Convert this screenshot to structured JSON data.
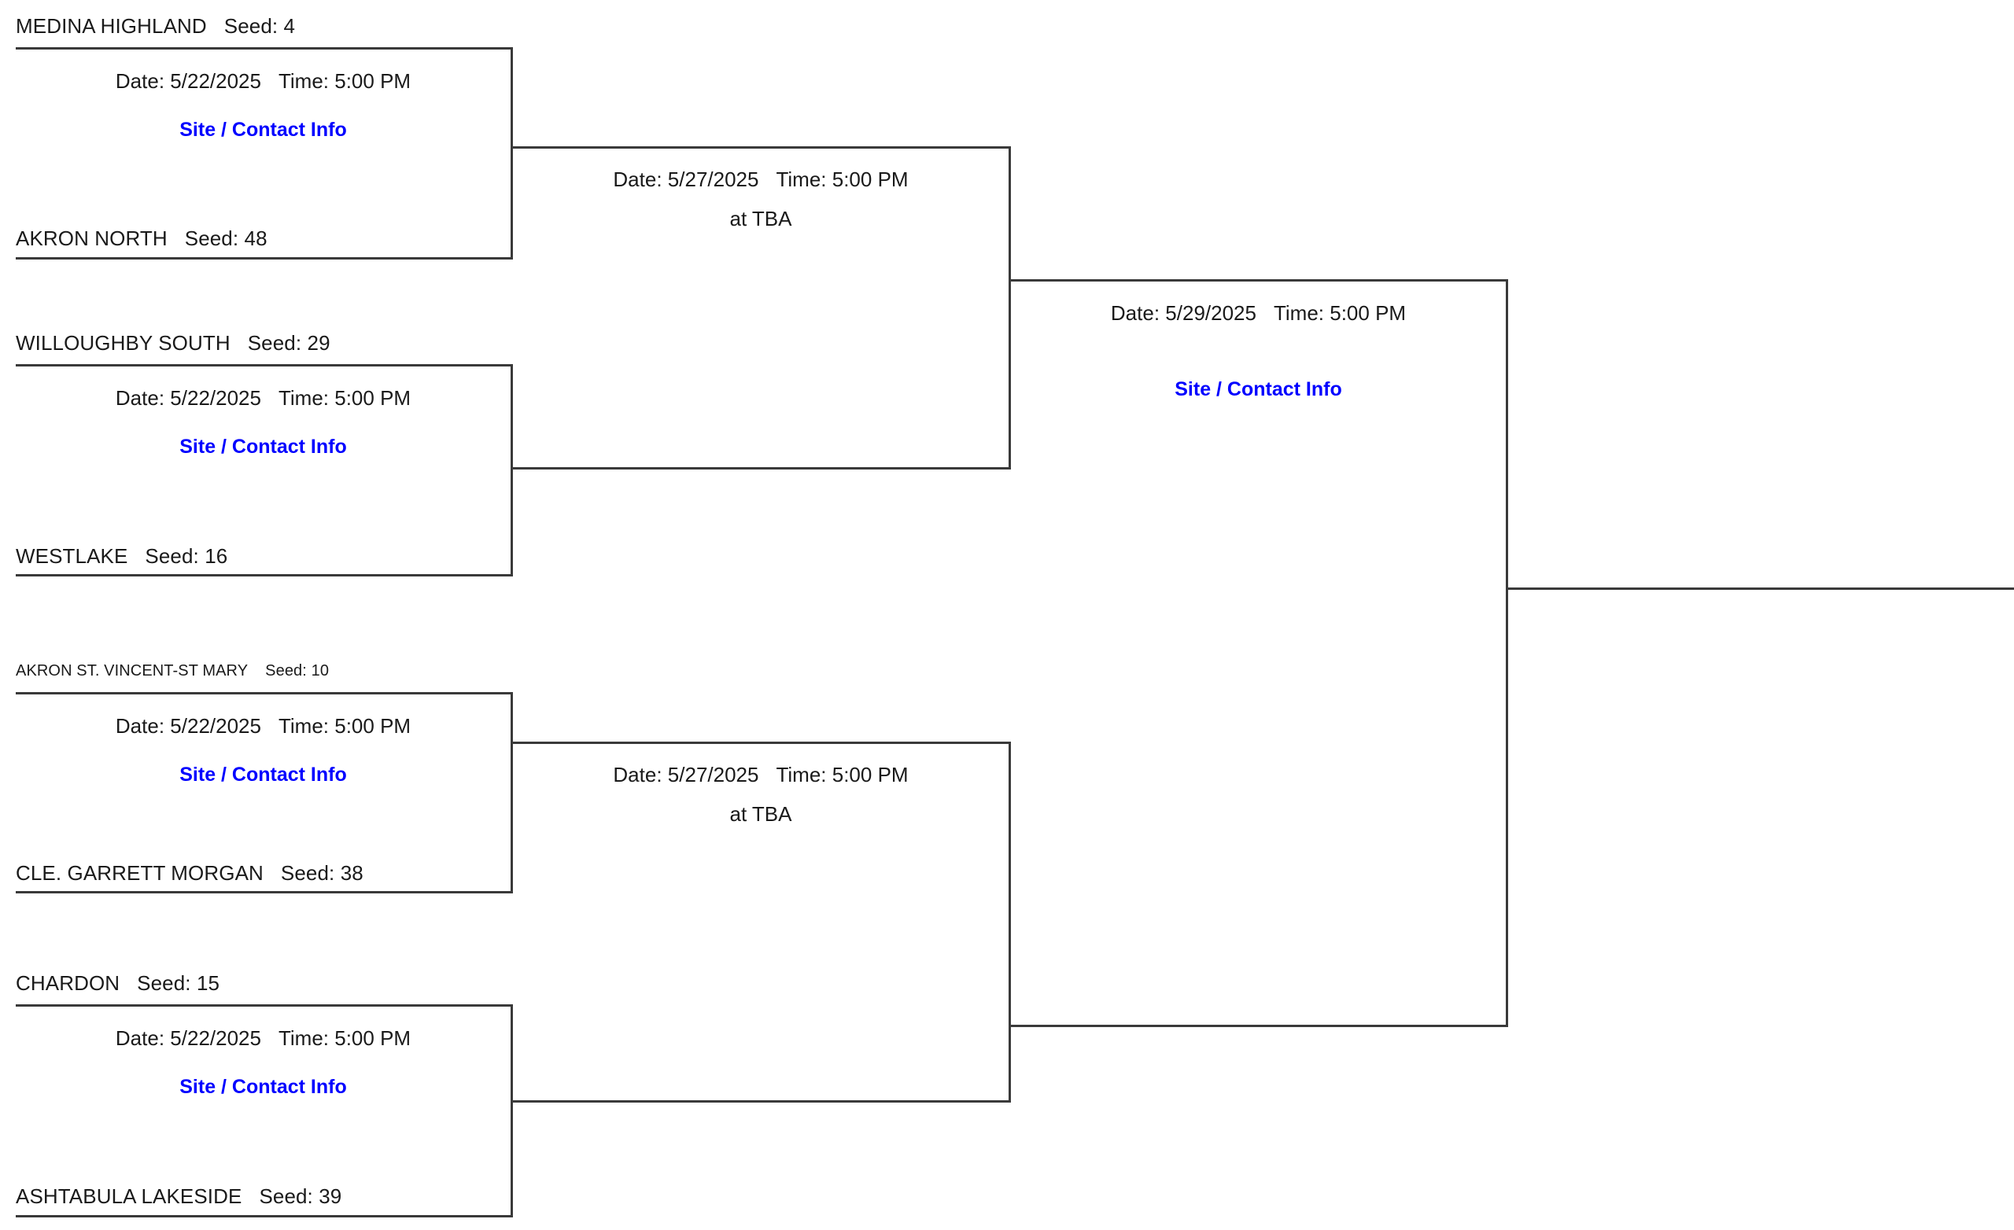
{
  "bracket": {
    "labels": {
      "date_prefix": "Date:",
      "time_prefix": "Time:",
      "seed_prefix": "Seed:",
      "site_contact": "Site / Contact Info",
      "at_prefix": "at"
    },
    "rounds": [
      {
        "name": "round-1",
        "games": [
          {
            "id": "r1-g1",
            "top_team": {
              "name": "MEDINA HIGHLAND",
              "seed": "4"
            },
            "bottom_team": {
              "name": "AKRON NORTH",
              "seed": "48"
            },
            "date": "5/22/2025",
            "time": "5:00 PM",
            "site_link": "Site / Contact Info",
            "venue": ""
          },
          {
            "id": "r1-g2",
            "top_team": {
              "name": "WILLOUGHBY SOUTH",
              "seed": "29"
            },
            "bottom_team": {
              "name": "WESTLAKE",
              "seed": "16"
            },
            "date": "5/22/2025",
            "time": "5:00 PM",
            "site_link": "Site / Contact Info",
            "venue": ""
          },
          {
            "id": "r1-g3",
            "top_team": {
              "name": "AKRON ST. VINCENT-ST MARY",
              "seed": "10"
            },
            "bottom_team": {
              "name": "CLE. GARRETT MORGAN",
              "seed": "38"
            },
            "date": "5/22/2025",
            "time": "5:00 PM",
            "site_link": "Site / Contact Info",
            "venue": ""
          },
          {
            "id": "r1-g4",
            "top_team": {
              "name": "CHARDON",
              "seed": "15"
            },
            "bottom_team": {
              "name": "ASHTABULA LAKESIDE",
              "seed": "39"
            },
            "date": "5/22/2025",
            "time": "5:00 PM",
            "site_link": "Site / Contact Info",
            "venue": ""
          }
        ]
      },
      {
        "name": "round-2",
        "games": [
          {
            "id": "r2-g1",
            "date": "5/27/2025",
            "time": "5:00 PM",
            "venue": "at TBA",
            "site_link": ""
          },
          {
            "id": "r2-g2",
            "date": "5/27/2025",
            "time": "5:00 PM",
            "venue": "at TBA",
            "site_link": ""
          }
        ]
      },
      {
        "name": "round-3",
        "games": [
          {
            "id": "r3-g1",
            "date": "5/29/2025",
            "time": "5:00 PM",
            "venue": "",
            "site_link": "Site / Contact Info"
          }
        ]
      }
    ]
  },
  "colors": {
    "line": "#3a3a3a",
    "text": "#1a1a1a",
    "link": "#0000ff",
    "background": "#ffffff"
  }
}
